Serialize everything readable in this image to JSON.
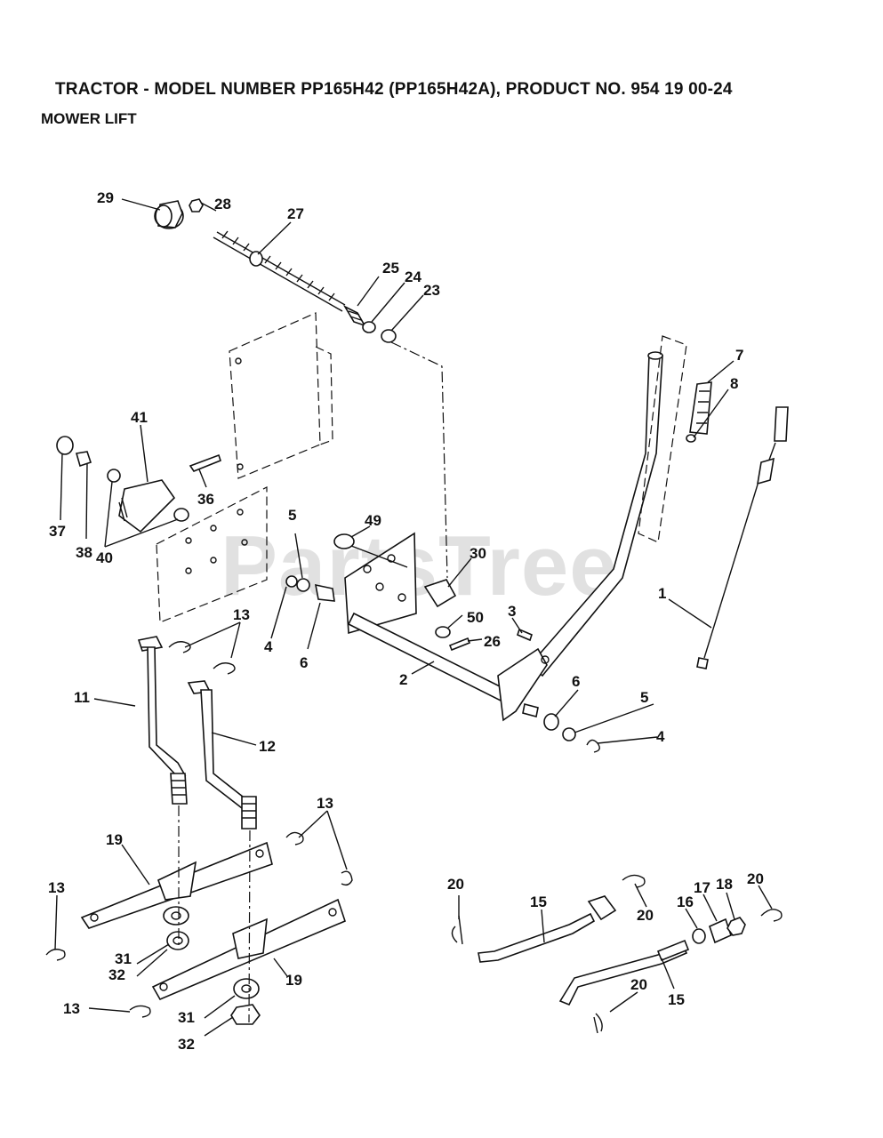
{
  "header": {
    "title": "TRACTOR - MODEL NUMBER PP165H42 (PP165H42A), PRODUCT NO. 954 19 00-24",
    "subtitle": "MOWER LIFT"
  },
  "watermark": "PartsTree",
  "callouts": [
    "29",
    "28",
    "27",
    "25",
    "24",
    "23",
    "7",
    "8",
    "41",
    "37",
    "38",
    "40",
    "36",
    "5",
    "49",
    "30",
    "50",
    "26",
    "3",
    "1",
    "4",
    "6",
    "2",
    "13",
    "11",
    "12",
    "6",
    "5",
    "4",
    "13",
    "19",
    "13",
    "31",
    "32",
    "19",
    "13",
    "31",
    "32",
    "20",
    "15",
    "20",
    "16",
    "17",
    "18",
    "20",
    "20",
    "15"
  ]
}
